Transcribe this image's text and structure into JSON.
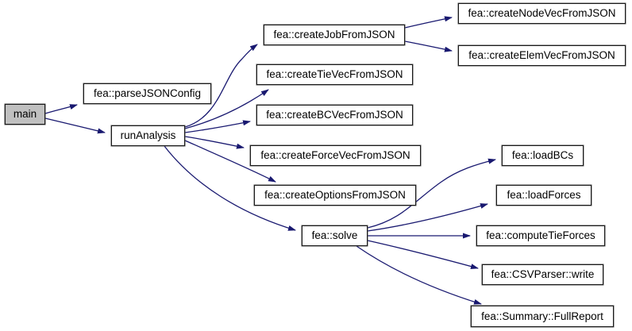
{
  "diagram": {
    "type": "call-graph",
    "colors": {
      "edge": "#191970",
      "node_fill": "#ffffff",
      "node_border": "#1a1a1a",
      "highlight_fill": "#c0c0c0",
      "text": "#000000",
      "background": "#ffffff"
    },
    "nodes": {
      "main": {
        "label": "main",
        "highlighted": true
      },
      "parseJSONConfig": {
        "label": "fea::parseJSONConfig"
      },
      "runAnalysis": {
        "label": "runAnalysis"
      },
      "createJobFromJSON": {
        "label": "fea::createJobFromJSON"
      },
      "createNodeVecFromJSON": {
        "label": "fea::createNodeVecFromJSON"
      },
      "createElemVecFromJSON": {
        "label": "fea::createElemVecFromJSON"
      },
      "createTieVecFromJSON": {
        "label": "fea::createTieVecFromJSON"
      },
      "createBCVecFromJSON": {
        "label": "fea::createBCVecFromJSON"
      },
      "createForceVecFromJSON": {
        "label": "fea::createForceVecFromJSON"
      },
      "createOptionsFromJSON": {
        "label": "fea::createOptionsFromJSON"
      },
      "solve": {
        "label": "fea::solve"
      },
      "loadBCs": {
        "label": "fea::loadBCs"
      },
      "loadForces": {
        "label": "fea::loadForces"
      },
      "computeTieForces": {
        "label": "fea::computeTieForces"
      },
      "CSVParserWrite": {
        "label": "fea::CSVParser::write"
      },
      "SummaryFullReport": {
        "label": "fea::Summary::FullReport"
      }
    },
    "edges": [
      {
        "from": "main",
        "to": "parseJSONConfig"
      },
      {
        "from": "main",
        "to": "runAnalysis"
      },
      {
        "from": "runAnalysis",
        "to": "createJobFromJSON"
      },
      {
        "from": "runAnalysis",
        "to": "createTieVecFromJSON"
      },
      {
        "from": "runAnalysis",
        "to": "createBCVecFromJSON"
      },
      {
        "from": "runAnalysis",
        "to": "createForceVecFromJSON"
      },
      {
        "from": "runAnalysis",
        "to": "createOptionsFromJSON"
      },
      {
        "from": "runAnalysis",
        "to": "solve"
      },
      {
        "from": "createJobFromJSON",
        "to": "createNodeVecFromJSON"
      },
      {
        "from": "createJobFromJSON",
        "to": "createElemVecFromJSON"
      },
      {
        "from": "solve",
        "to": "loadBCs"
      },
      {
        "from": "solve",
        "to": "loadForces"
      },
      {
        "from": "solve",
        "to": "computeTieForces"
      },
      {
        "from": "solve",
        "to": "CSVParserWrite"
      },
      {
        "from": "solve",
        "to": "SummaryFullReport"
      }
    ]
  }
}
